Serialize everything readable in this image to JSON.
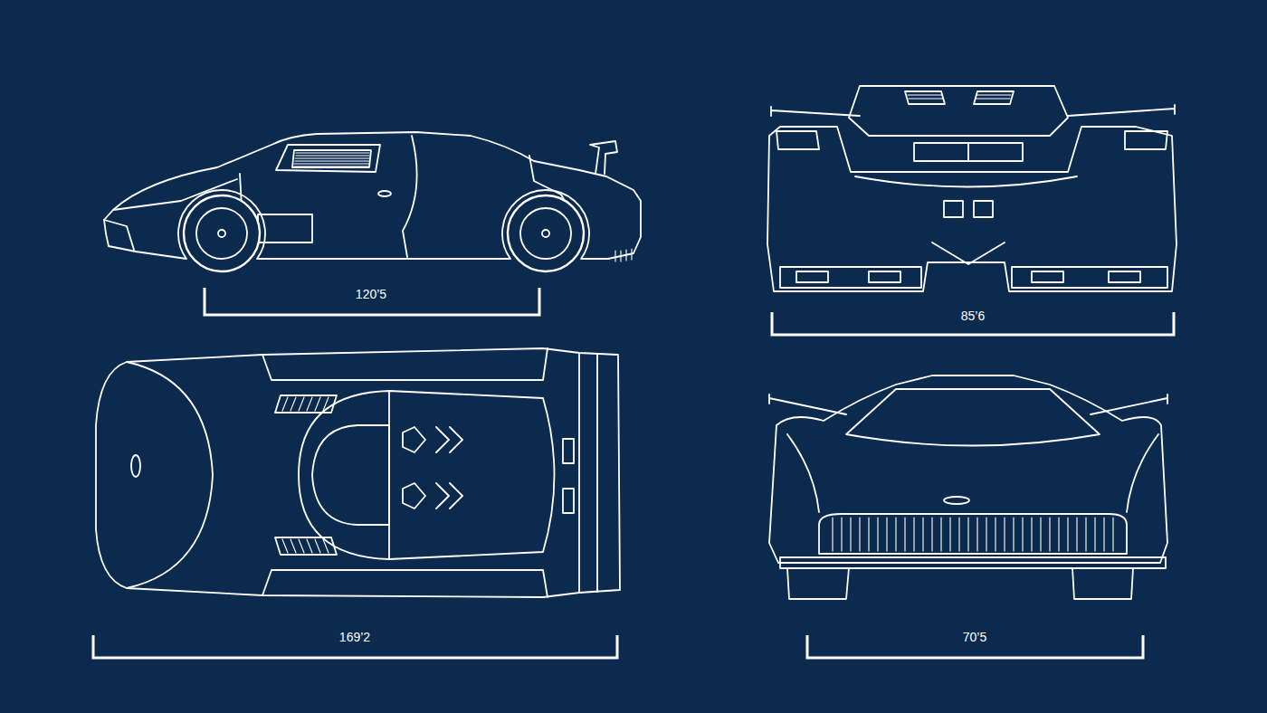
{
  "diagram": {
    "labels": [
      "120’5",
      "85’6",
      "169’2",
      "70’5"
    ]
  }
}
